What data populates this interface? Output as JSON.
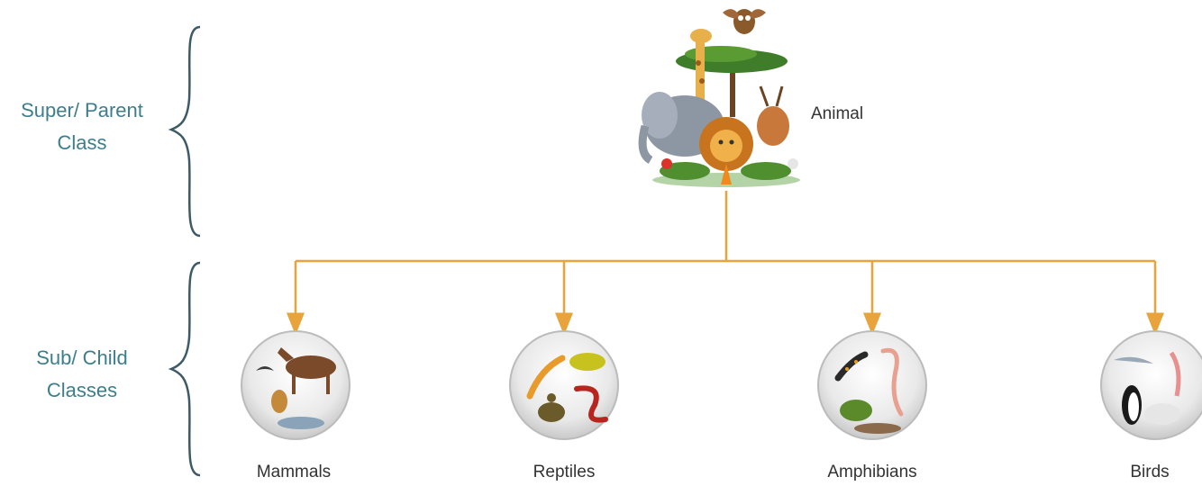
{
  "groups": {
    "parent": {
      "line1": "Super/ Parent",
      "line2": "Class"
    },
    "children": {
      "line1": "Sub/ Child",
      "line2": "Classes"
    }
  },
  "root": {
    "label": "Animal",
    "icon": "animal-collage-icon"
  },
  "children": [
    {
      "label": "Mammals",
      "icon": "mammals-icon"
    },
    {
      "label": "Reptiles",
      "icon": "reptiles-icon"
    },
    {
      "label": "Amphibians",
      "icon": "amphibians-icon"
    },
    {
      "label": "Birds",
      "icon": "birds-icon"
    }
  ],
  "colors": {
    "connector": "#e8a33a",
    "brace": "#3d5a66",
    "group_text": "#3d7e8c",
    "node_text": "#333333"
  }
}
